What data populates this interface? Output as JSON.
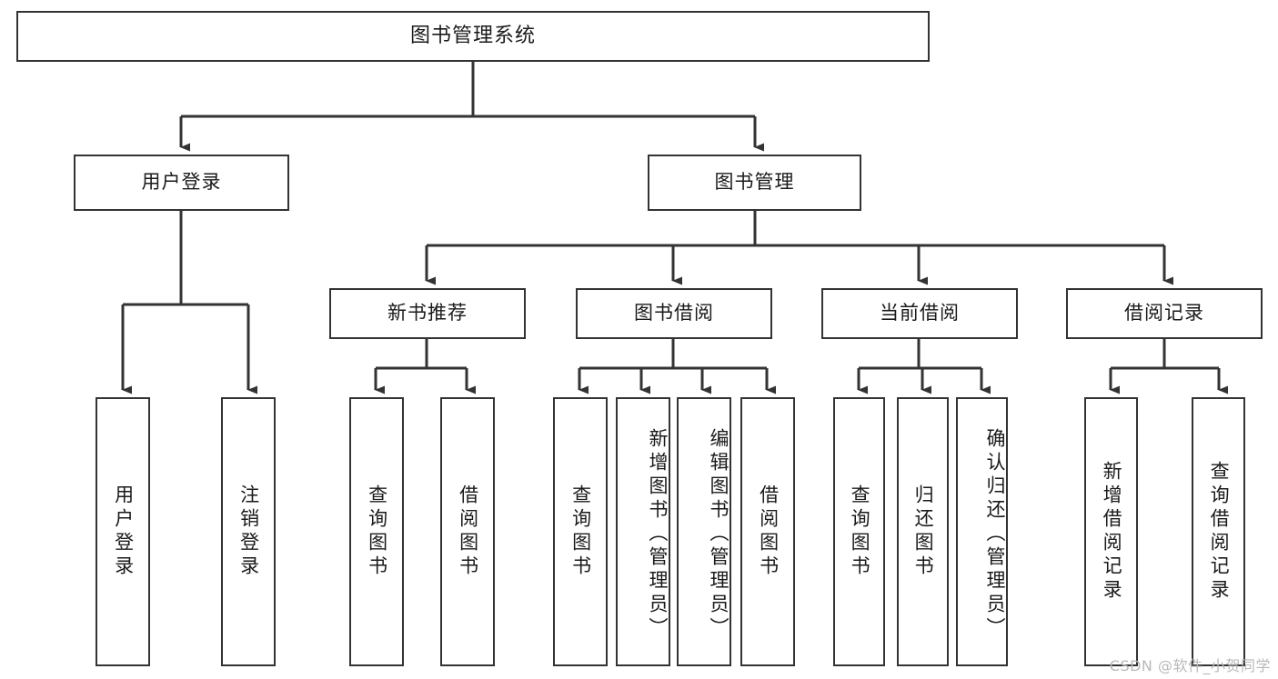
{
  "diagram": {
    "type": "tree-hierarchy",
    "title": "图书管理系统",
    "watermark": "CSDN @软件_小贺同学",
    "line_color": "#333333",
    "box_fill": "#ffffff",
    "text_color": "#1a1a1a",
    "watermark_color": "#b9b9b9"
  },
  "nodes": {
    "root": {
      "label": "图书管理系统",
      "level": 1
    },
    "level2": [
      {
        "id": "user-login",
        "label": "用户登录"
      },
      {
        "id": "book-manage",
        "label": "图书管理"
      }
    ],
    "level3": [
      {
        "id": "new-book-recommend",
        "label": "新书推荐",
        "parent": "book-manage"
      },
      {
        "id": "book-borrow",
        "label": "图书借阅",
        "parent": "book-manage"
      },
      {
        "id": "current-borrow",
        "label": "当前借阅",
        "parent": "book-manage"
      },
      {
        "id": "borrow-record",
        "label": "借阅记录",
        "parent": "book-manage"
      }
    ],
    "leaves": [
      {
        "id": "leaf-user-login",
        "label": "用户登录",
        "parent": "user-login"
      },
      {
        "id": "leaf-logout-login",
        "label": "注销登录",
        "parent": "user-login"
      },
      {
        "id": "leaf-query-book-1",
        "label": "查询图书",
        "parent": "new-book-recommend"
      },
      {
        "id": "leaf-borrow-book-1",
        "label": "借阅图书",
        "parent": "new-book-recommend"
      },
      {
        "id": "leaf-query-book-2",
        "label": "查询图书",
        "parent": "book-borrow"
      },
      {
        "id": "leaf-add-book",
        "label": "新增图书（管理员）",
        "parent": "book-borrow"
      },
      {
        "id": "leaf-edit-book",
        "label": "编辑图书（管理员）",
        "parent": "book-borrow"
      },
      {
        "id": "leaf-borrow-book-2",
        "label": "借阅图书",
        "parent": "book-borrow"
      },
      {
        "id": "leaf-query-book-3",
        "label": "查询图书",
        "parent": "current-borrow"
      },
      {
        "id": "leaf-return-book",
        "label": "归还图书",
        "parent": "current-borrow"
      },
      {
        "id": "leaf-confirm-return",
        "label": "确认归还（管理员）",
        "parent": "current-borrow"
      },
      {
        "id": "leaf-add-record",
        "label": "新增借阅记录",
        "parent": "borrow-record"
      },
      {
        "id": "leaf-query-record",
        "label": "查询借阅记录",
        "parent": "borrow-record"
      }
    ]
  }
}
